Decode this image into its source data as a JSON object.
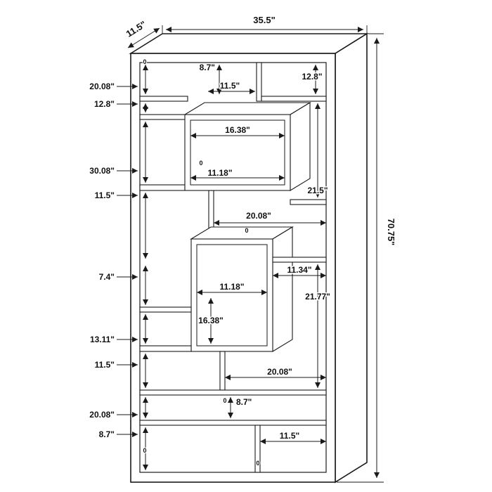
{
  "diagram": {
    "type": "furniture-dimension-drawing",
    "subject": "geometric bookcase",
    "overall": {
      "width": "35.5\"",
      "depth": "11.5\"",
      "height": "70.75\""
    },
    "left_dims": [
      {
        "label": "20.08\""
      },
      {
        "label": "12.8\""
      },
      {
        "label": "30.08\""
      },
      {
        "label": "11.5\""
      },
      {
        "label": "7.4\""
      },
      {
        "label": "13.11\""
      },
      {
        "label": "11.5\""
      },
      {
        "label": "20.08\""
      },
      {
        "label": "8.7\""
      }
    ],
    "inner_dims": {
      "top_left_height": "8.7\"",
      "top_mid_width": "11.5\"",
      "top_right_height": "12.8\"",
      "upper_box_width": "16.38\"",
      "upper_box_height": "11.18\"",
      "upper_right_height": "21.5\"",
      "mid_width": "20.08\"",
      "mid_right_width": "11.34\"",
      "lower_box_width": "11.18\"",
      "lower_right_height": "21.77\"",
      "lower_box_height": "16.38\"",
      "lower_width": "20.08\"",
      "lower_mid_height": "8.7\"",
      "bottom_right_width": "11.5\""
    },
    "zeros": [
      "0",
      "0",
      "0",
      "0",
      "0",
      "0"
    ]
  }
}
